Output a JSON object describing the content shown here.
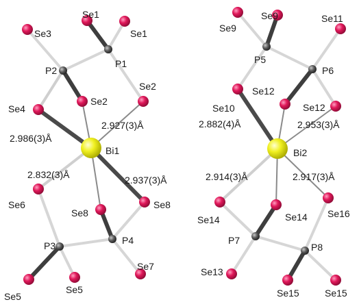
{
  "colors": {
    "selenium": "#e0185a",
    "phosphorus": "#5a5a5a",
    "bismuth": "#f0f020",
    "bond_light": "#cfcfcf",
    "bond_dark": "#4a4a4a",
    "text": "#1a1a1a"
  },
  "atoms": [
    {
      "id": "l_se3",
      "element": "Se",
      "label": "Se3"
    },
    {
      "id": "l_se1a",
      "element": "Se",
      "label": "Se1"
    },
    {
      "id": "l_se1b",
      "element": "Se",
      "label": "Se1"
    },
    {
      "id": "l_p2",
      "element": "P",
      "label": "P2"
    },
    {
      "id": "l_p1",
      "element": "P",
      "label": "P1"
    },
    {
      "id": "l_se2a",
      "element": "Se",
      "label": "Se2"
    },
    {
      "id": "l_se2b",
      "element": "Se",
      "label": "Se2"
    },
    {
      "id": "l_se4",
      "element": "Se",
      "label": "Se4"
    },
    {
      "id": "l_bi1",
      "element": "Bi",
      "label": "Bi1"
    },
    {
      "id": "l_se6",
      "element": "Se",
      "label": "Se6"
    },
    {
      "id": "l_se8a",
      "element": "Se",
      "label": "Se8"
    },
    {
      "id": "l_se8b",
      "element": "Se",
      "label": "Se8"
    },
    {
      "id": "l_p3",
      "element": "P",
      "label": "P3"
    },
    {
      "id": "l_p4",
      "element": "P",
      "label": "P4"
    },
    {
      "id": "l_se5a",
      "element": "Se",
      "label": "Se5"
    },
    {
      "id": "l_se5b",
      "element": "Se",
      "label": "Se5"
    },
    {
      "id": "l_se7",
      "element": "Se",
      "label": "Se7"
    },
    {
      "id": "r_se9a",
      "element": "Se",
      "label": "Se9"
    },
    {
      "id": "r_se9b",
      "element": "Se",
      "label": "Se9"
    },
    {
      "id": "r_se11",
      "element": "Se",
      "label": "Se11"
    },
    {
      "id": "r_p5",
      "element": "P",
      "label": "P5"
    },
    {
      "id": "r_p6",
      "element": "P",
      "label": "P6"
    },
    {
      "id": "r_se10",
      "element": "Se",
      "label": "Se10"
    },
    {
      "id": "r_se12a",
      "element": "Se",
      "label": "Se12"
    },
    {
      "id": "r_se12b",
      "element": "Se",
      "label": "Se12"
    },
    {
      "id": "r_bi2",
      "element": "Bi",
      "label": "Bi2"
    },
    {
      "id": "r_se14a",
      "element": "Se",
      "label": "Se14"
    },
    {
      "id": "r_se14b",
      "element": "Se",
      "label": "Se14"
    },
    {
      "id": "r_se16",
      "element": "Se",
      "label": "Se16"
    },
    {
      "id": "r_p7",
      "element": "P",
      "label": "P7"
    },
    {
      "id": "r_p8",
      "element": "P",
      "label": "P8"
    },
    {
      "id": "r_se13",
      "element": "Se",
      "label": "Se13"
    },
    {
      "id": "r_se15a",
      "element": "Se",
      "label": "Se15"
    },
    {
      "id": "r_se15b",
      "element": "Se",
      "label": "Se15"
    }
  ],
  "bond_distances": {
    "bi1_se2": "2.927(3)Å",
    "bi1_se4": "2.986(3)Å",
    "bi1_se6": "2.832(3)Å",
    "bi1_se8": "2.937(3)Å",
    "bi2_se10": "2.882(4)Å",
    "bi2_se12": "2.953(3)Å",
    "bi2_se14": "2.914(3)Å",
    "bi2_se16": "2.917(3)Å"
  }
}
